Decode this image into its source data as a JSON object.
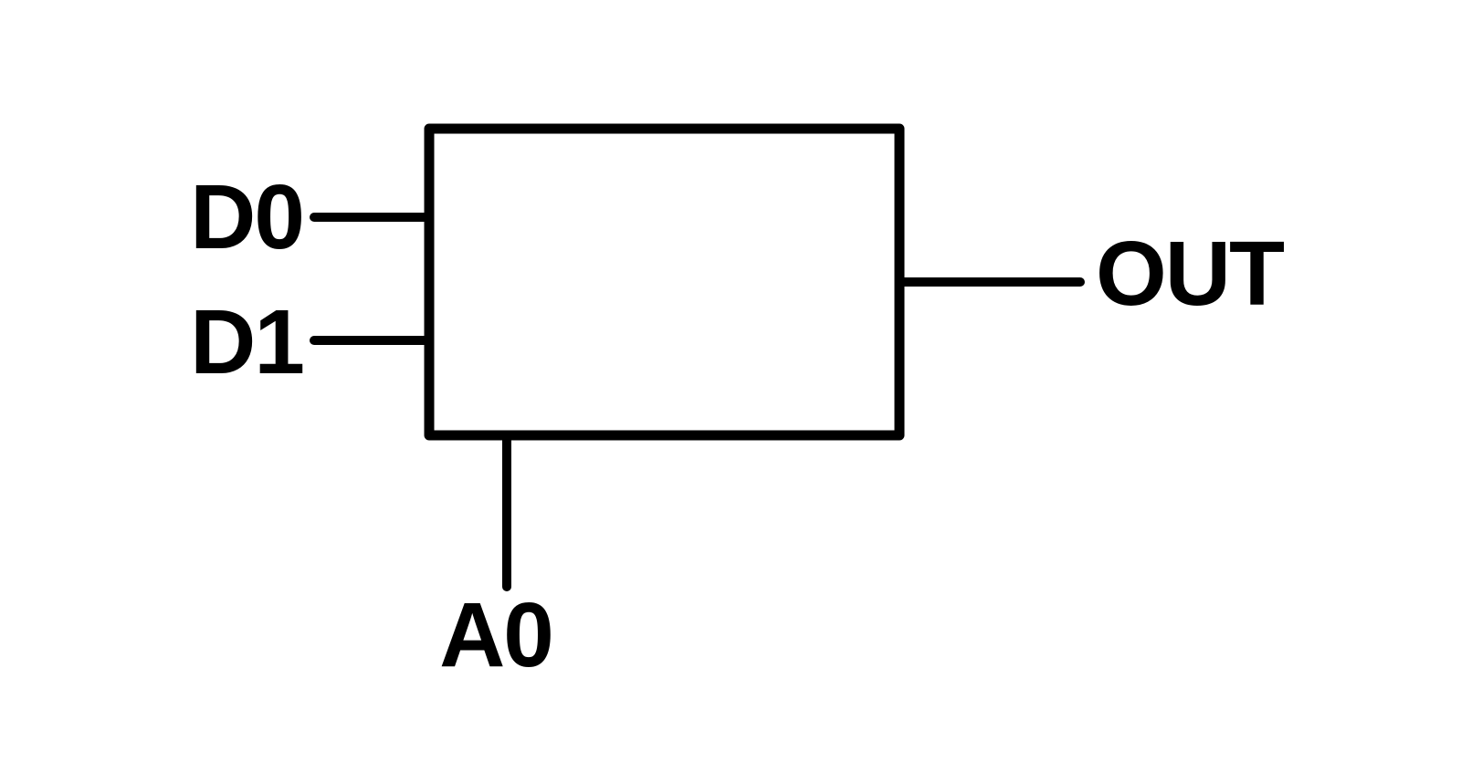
{
  "diagram": {
    "labels": {
      "input_d0": "D0",
      "input_d1": "D1",
      "select_a0": "A0",
      "output": "OUT"
    },
    "colors": {
      "line": "#000000",
      "background": "#ffffff",
      "block_fill": "#ffffff"
    }
  }
}
